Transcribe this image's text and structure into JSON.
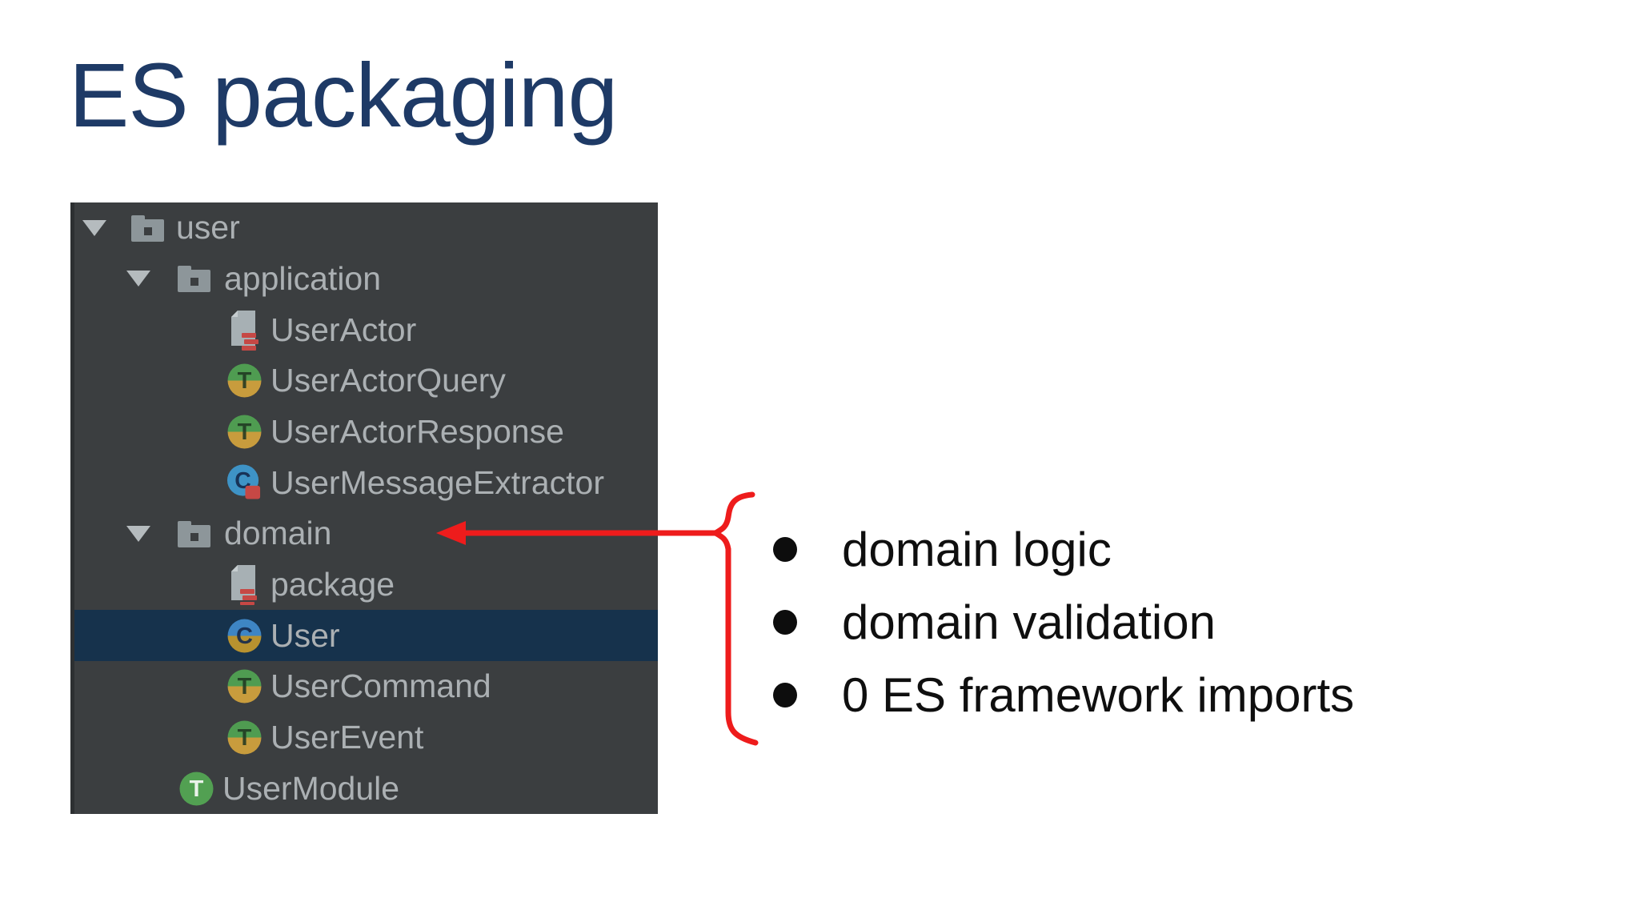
{
  "title": "ES packaging",
  "tree": {
    "items": [
      {
        "label": "user",
        "type": "folder",
        "level": 0,
        "expanded": true,
        "selected": false,
        "icon": "folder"
      },
      {
        "label": "application",
        "type": "folder",
        "level": 1,
        "expanded": true,
        "selected": false,
        "icon": "folder"
      },
      {
        "label": "UserActor",
        "type": "file",
        "level": 2,
        "expanded": false,
        "selected": false,
        "icon": "scala-file"
      },
      {
        "label": "UserActorQuery",
        "type": "file",
        "level": 2,
        "expanded": false,
        "selected": false,
        "icon": "trait-object"
      },
      {
        "label": "UserActorResponse",
        "type": "file",
        "level": 2,
        "expanded": false,
        "selected": false,
        "icon": "trait-object"
      },
      {
        "label": "UserMessageExtractor",
        "type": "file",
        "level": 2,
        "expanded": false,
        "selected": false,
        "icon": "class-companion"
      },
      {
        "label": "domain",
        "type": "folder",
        "level": 1,
        "expanded": true,
        "selected": false,
        "icon": "folder"
      },
      {
        "label": "package",
        "type": "file",
        "level": 2,
        "expanded": false,
        "selected": false,
        "icon": "scala-file"
      },
      {
        "label": "User",
        "type": "file",
        "level": 2,
        "expanded": false,
        "selected": true,
        "icon": "class-object"
      },
      {
        "label": "UserCommand",
        "type": "file",
        "level": 2,
        "expanded": false,
        "selected": false,
        "icon": "trait-object"
      },
      {
        "label": "UserEvent",
        "type": "file",
        "level": 2,
        "expanded": false,
        "selected": false,
        "icon": "trait-object"
      },
      {
        "label": "UserModule",
        "type": "file",
        "level": 1,
        "expanded": false,
        "selected": false,
        "icon": "trait"
      }
    ]
  },
  "icons": {
    "trait_letter": "T",
    "class_letter": "C"
  },
  "bullets": [
    {
      "text": "domain logic"
    },
    {
      "text": "domain validation"
    },
    {
      "text": "0 ES framework imports"
    }
  ],
  "colors": {
    "title_color": "#1e3a66",
    "panel_bg": "#3b3e40",
    "selection_bg": "#16324c",
    "tree_text": "#abb0b3",
    "accent_red": "#ee1c1c",
    "folder_gray": "#8d969a",
    "file_gray": "#a7b0b4",
    "icon_green": "#4f9c51",
    "icon_orange": "#c89c3d",
    "icon_blue": "#3e85c4",
    "icon_red": "#c64845"
  }
}
